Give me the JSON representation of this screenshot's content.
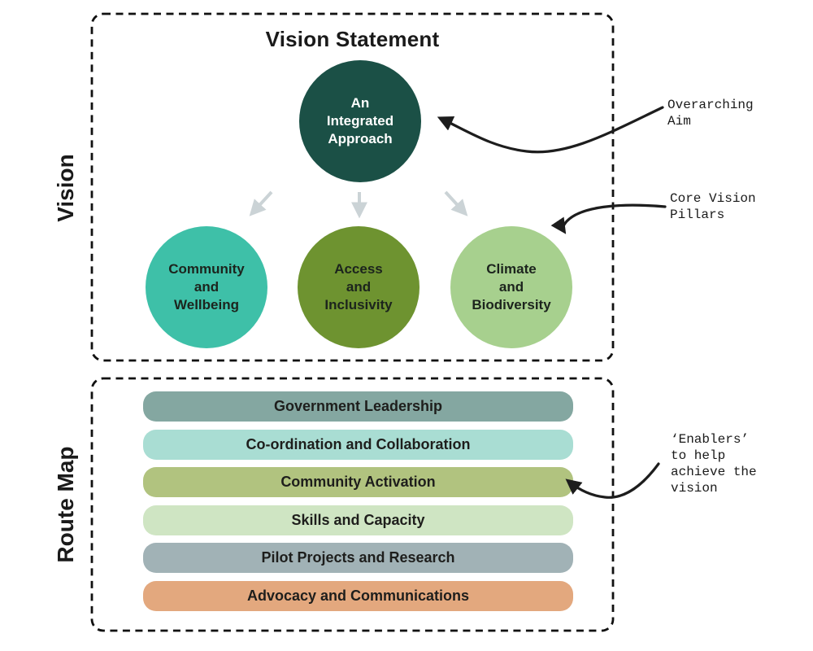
{
  "vision": {
    "section_label": "Vision",
    "title": "Vision Statement",
    "aim_circle": {
      "text": "An\nIntegrated\nApproach",
      "color": "#1b5046",
      "text_color": "#ffffff"
    },
    "pillars": [
      {
        "text": "Community\nand\nWellbeing",
        "color": "#3ec0a8"
      },
      {
        "text": "Access\nand\nInclusivity",
        "color": "#6e9330"
      },
      {
        "text": "Climate\nand\nBiodiversity",
        "color": "#a7d08e"
      }
    ]
  },
  "route_map": {
    "section_label": "Route Map",
    "bars": [
      {
        "label": "Government Leadership",
        "color": "#84a7a1"
      },
      {
        "label": "Co-ordination and Collaboration",
        "color": "#a9ddd3"
      },
      {
        "label": "Community Activation",
        "color": "#b1c37f"
      },
      {
        "label": "Skills and Capacity",
        "color": "#cfe5c3"
      },
      {
        "label": "Pilot Projects and Research",
        "color": "#a1b2b6"
      },
      {
        "label": "Advocacy and Communications",
        "color": "#e3a87e"
      }
    ]
  },
  "annotations": {
    "overarching_aim": "Overarching\nAim",
    "core_vision_pillars": "Core Vision\nPillars",
    "enablers": "‘Enablers’\nto help\nachieve the\nvision"
  },
  "colors": {
    "annotation_arrow": "#1d1d1d",
    "flow_arrow": "#cbd3d6",
    "dashed_border": "#111111"
  }
}
